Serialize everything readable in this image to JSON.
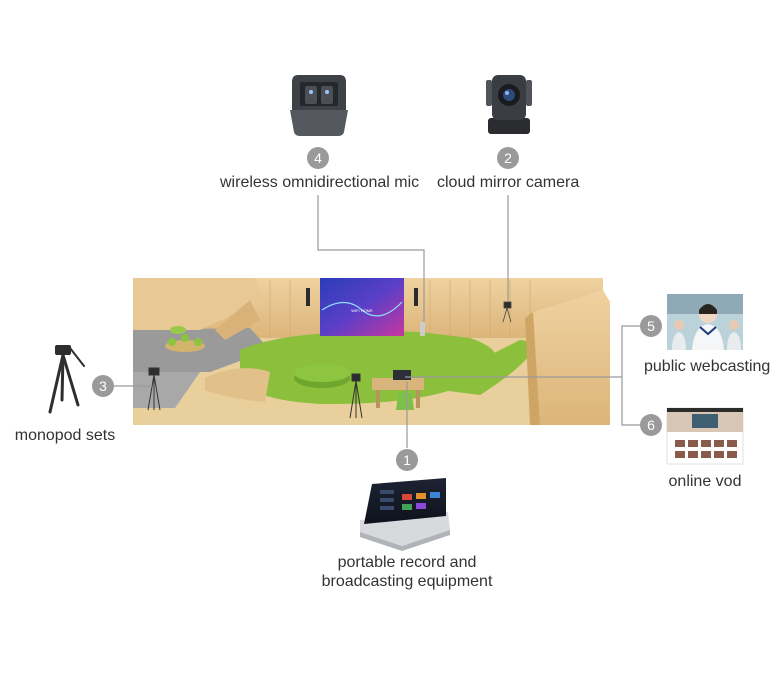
{
  "diagram": {
    "devices": [
      {
        "number": "1",
        "label_lines": [
          "portable record and",
          "broadcasting equipment"
        ],
        "icon": "touch-panel-icon"
      },
      {
        "number": "2",
        "label_lines": [
          "cloud mirror camera"
        ],
        "icon": "ptz-camera-icon"
      },
      {
        "number": "3",
        "label_lines": [
          "monopod sets"
        ],
        "icon": "tripod-icon"
      },
      {
        "number": "4",
        "label_lines": [
          "wireless omnidirectional mic"
        ],
        "icon": "mic-case-icon"
      },
      {
        "number": "5",
        "label_lines": [
          "public webcasting"
        ],
        "icon": "webcast-photo-icon"
      },
      {
        "number": "6",
        "label_lines": [
          "online vod"
        ],
        "icon": "vod-screen-icon"
      }
    ],
    "screen_text": "WIFI HOME",
    "colors": {
      "wood": "#e6c38c",
      "floor_green": "#8cbf3c",
      "connector": "#9a9a9a",
      "badge": "#9a9a9a",
      "screen": "#3a3fb0"
    }
  }
}
